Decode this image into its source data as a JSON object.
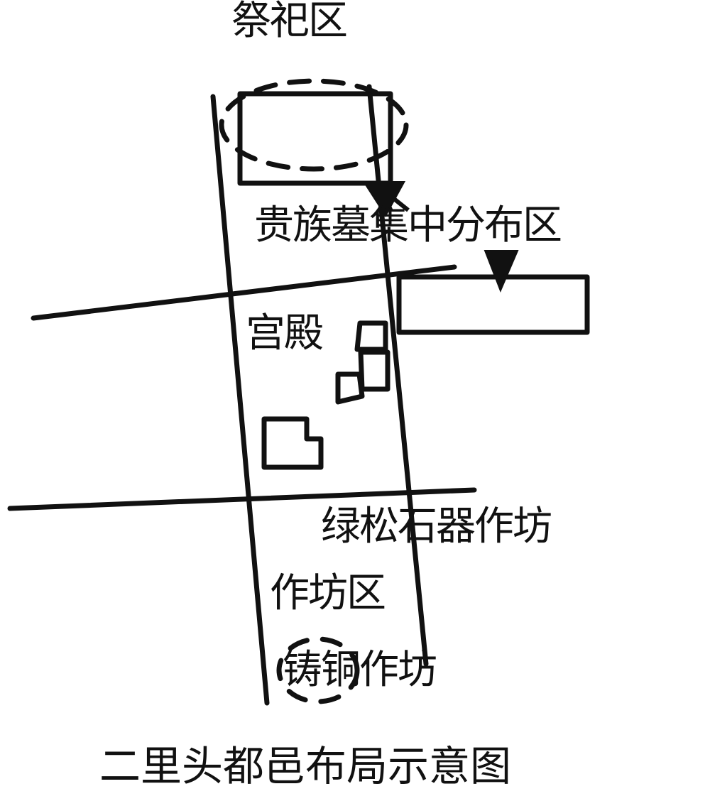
{
  "diagram": {
    "title": "二里头都邑布局示意图",
    "ink_color": "#111111",
    "background": "#ffffff"
  },
  "labels": {
    "ritual_area": "祭祀区",
    "noble_tombs": "贵族墓集中分布区",
    "palace": "宫殿",
    "turquoise_workshop": "绿松石器作坊",
    "workshop_area": "作坊区",
    "bronze_workshop": "铸铜作坊"
  }
}
